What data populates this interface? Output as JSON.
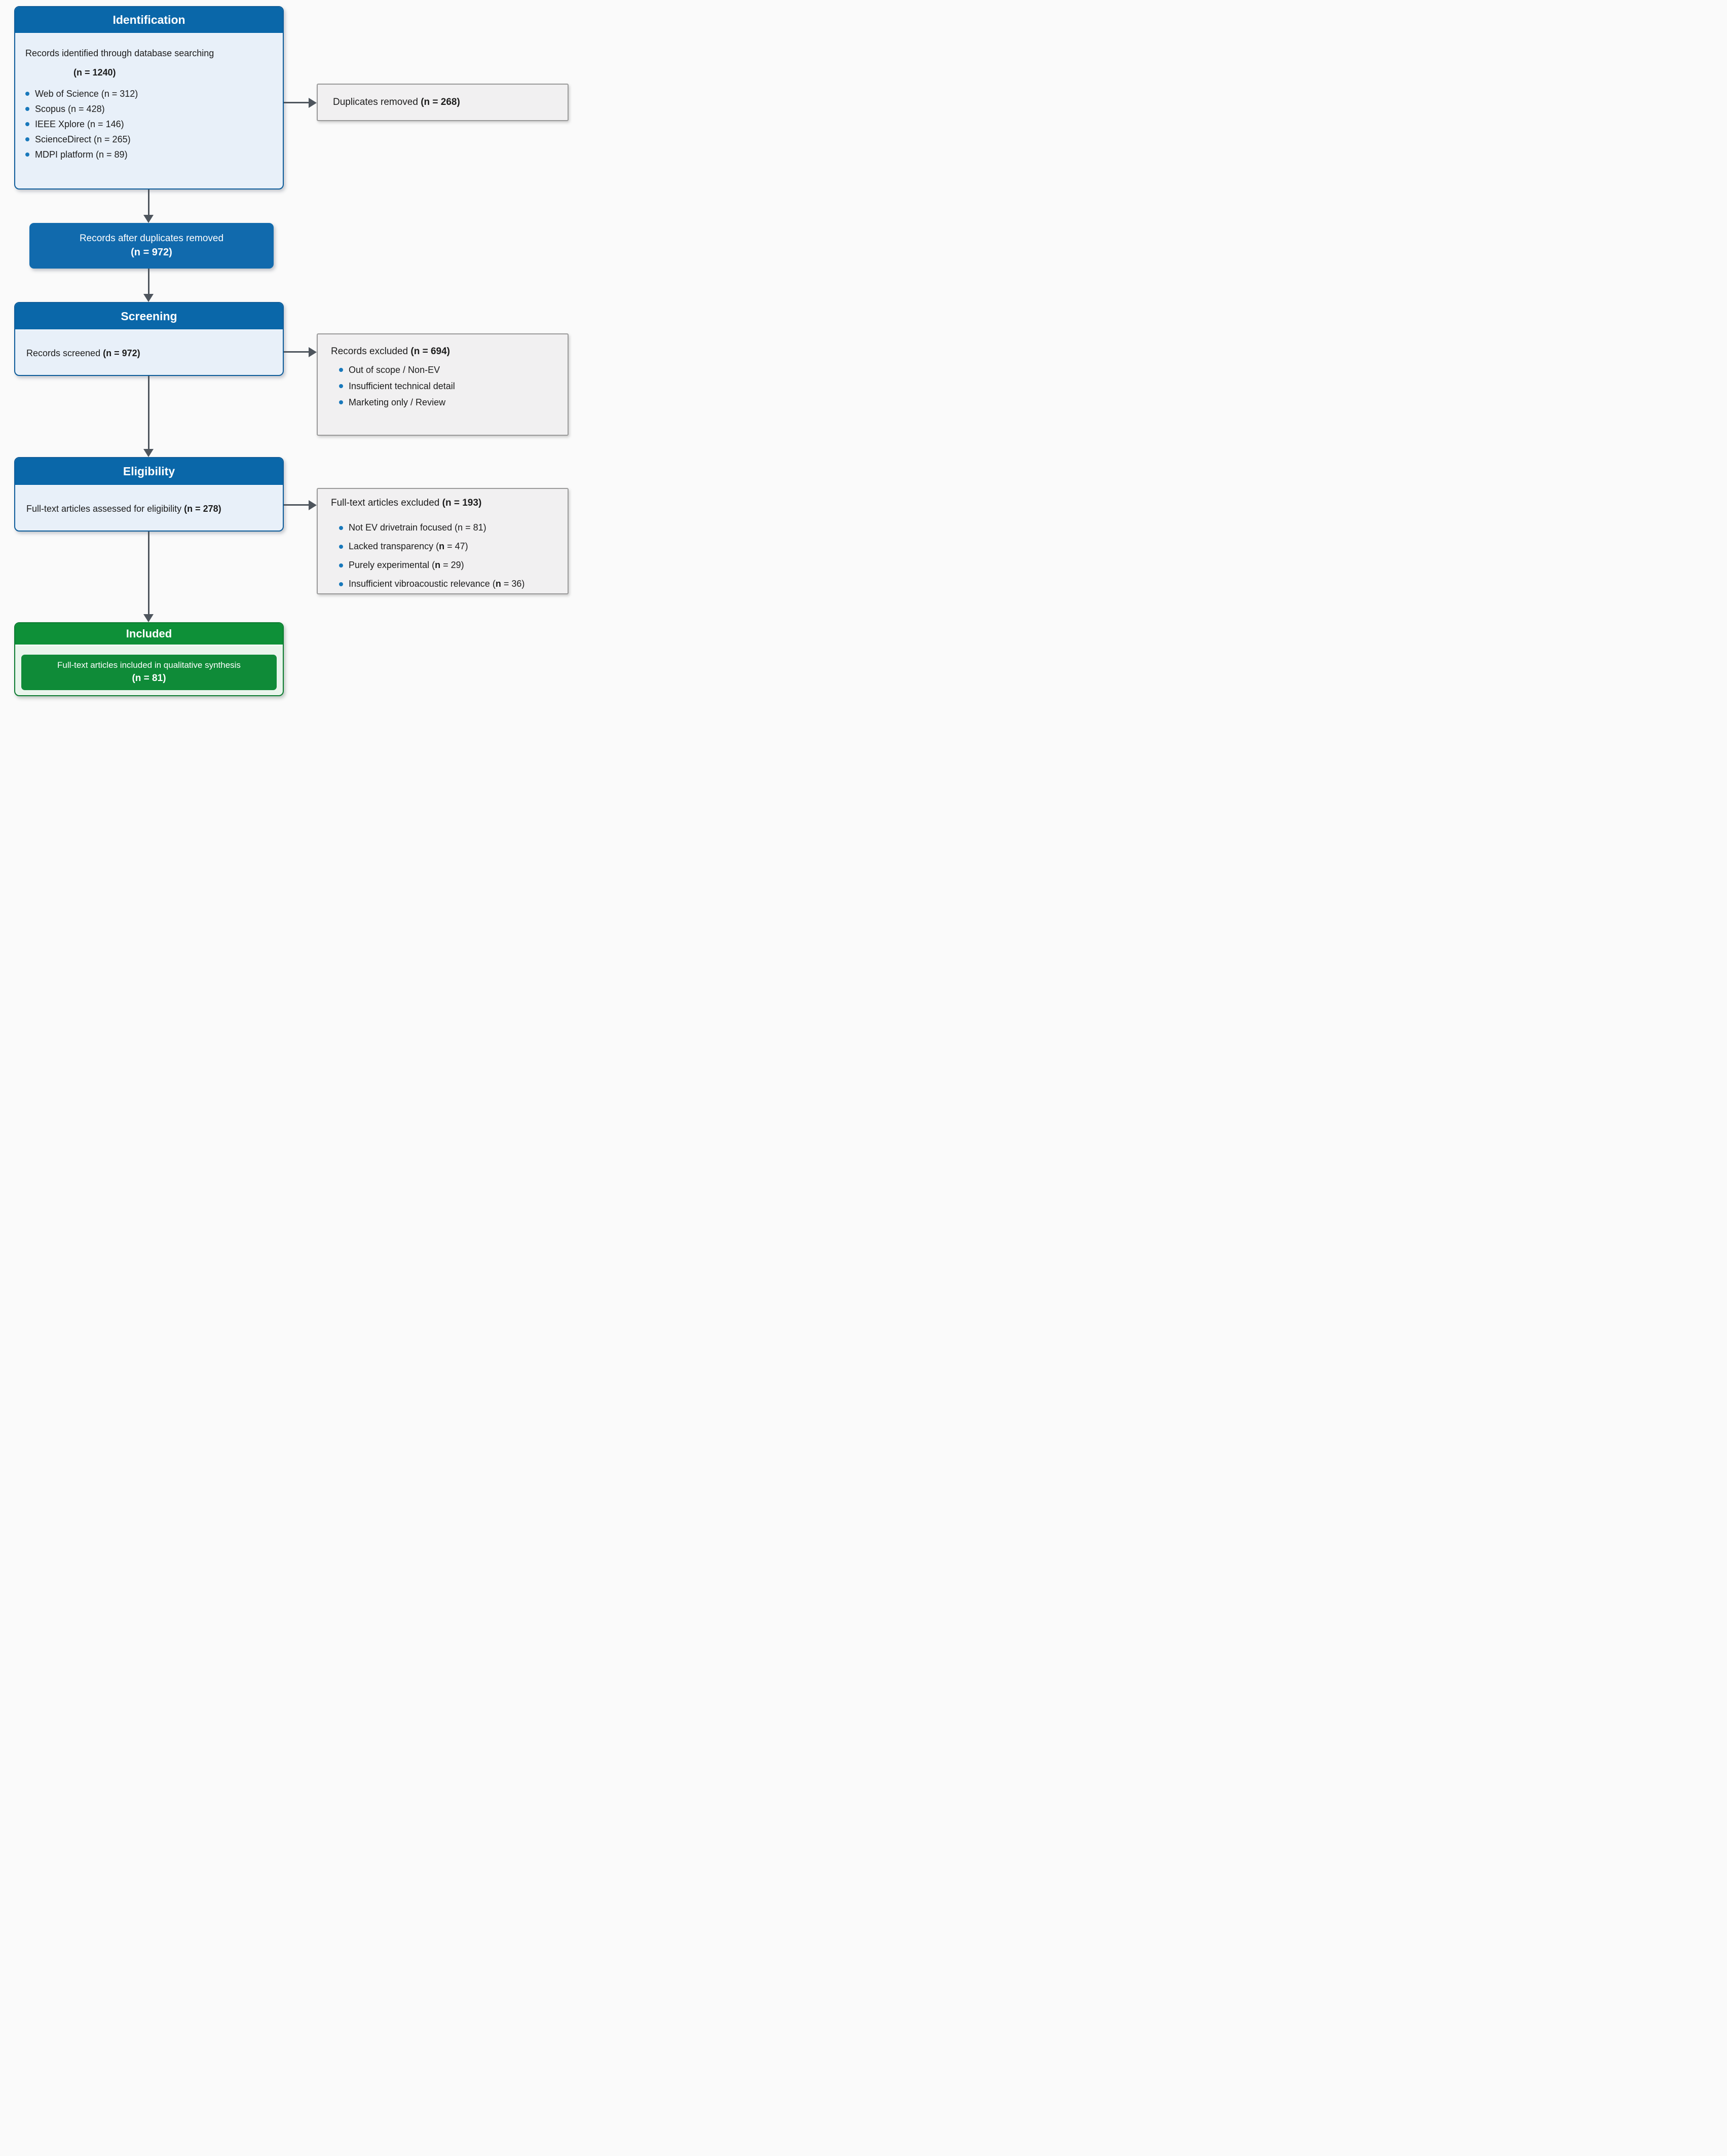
{
  "identification": {
    "header": "Identification",
    "intro_line1": "Records identified through database searching",
    "intro_line2": "(n = 1240)",
    "bullets": [
      "Web of Science (n = 312)",
      "Scopus (n = 428)",
      "IEEE Xplore (n = 146)",
      "ScienceDirect (n = 265)",
      "MDPI platform (n = 89)"
    ]
  },
  "duplicates_removed": {
    "pre": "Duplicates removed ",
    "bold": "(n = 268)",
    "post": ""
  },
  "after_duplicates": {
    "line1": "Records after duplicates removed",
    "line2": "(n = 972)"
  },
  "screening": {
    "header": "Screening",
    "pre": "Records screened ",
    "bold": "(n = 972)",
    "post": ""
  },
  "records_excluded": {
    "pre": "Records excluded ",
    "bold": "(n = 694)",
    "post": "",
    "bullets": [
      "Out of scope / Non-EV",
      "Insufficient technical detail",
      "Marketing only / Review"
    ]
  },
  "eligibility": {
    "header": "Eligibility",
    "pre": "Full-text articles assessed for eligibility ",
    "bold": "(n = 278)",
    "post": ""
  },
  "fulltext_excluded": {
    "pre": "Full-text articles excluded ",
    "bold": "(n = 193)",
    "post": "",
    "bullets": [
      {
        "pre": "Not EV drivetrain focused (n = 81)",
        "bold": "",
        "post": ""
      },
      {
        "pre": "Lacked transparency (",
        "bold": "n",
        "post": " = 47)"
      },
      {
        "pre": "Purely experimental (",
        "bold": "n",
        "post": " = 29)"
      },
      {
        "pre": "Insufficient vibroacoustic relevance (",
        "bold": "n",
        "post": " = 36)"
      }
    ]
  },
  "included": {
    "header": "Included",
    "line1": "Full-text articles included in qualitative synthesis",
    "line2": "(n = 81)"
  },
  "colors": {
    "header_blue": "#0a67a9",
    "stage_border_blue": "#0d5c9a",
    "body_light_blue": "#e8f0f9",
    "mid_box_blue": "#116aad",
    "gray_box_bg": "#f1f0f1",
    "gray_box_border": "#9a9a9a",
    "green_header": "#0e9038",
    "green_body": "#e9f5ec",
    "green_inner": "#0f8b38",
    "green_border": "#0b7b30",
    "arrow_gray": "#4e555d",
    "bullet_blue": "#1878bb",
    "text": "#1c1c1c",
    "background": "#fafafa"
  }
}
